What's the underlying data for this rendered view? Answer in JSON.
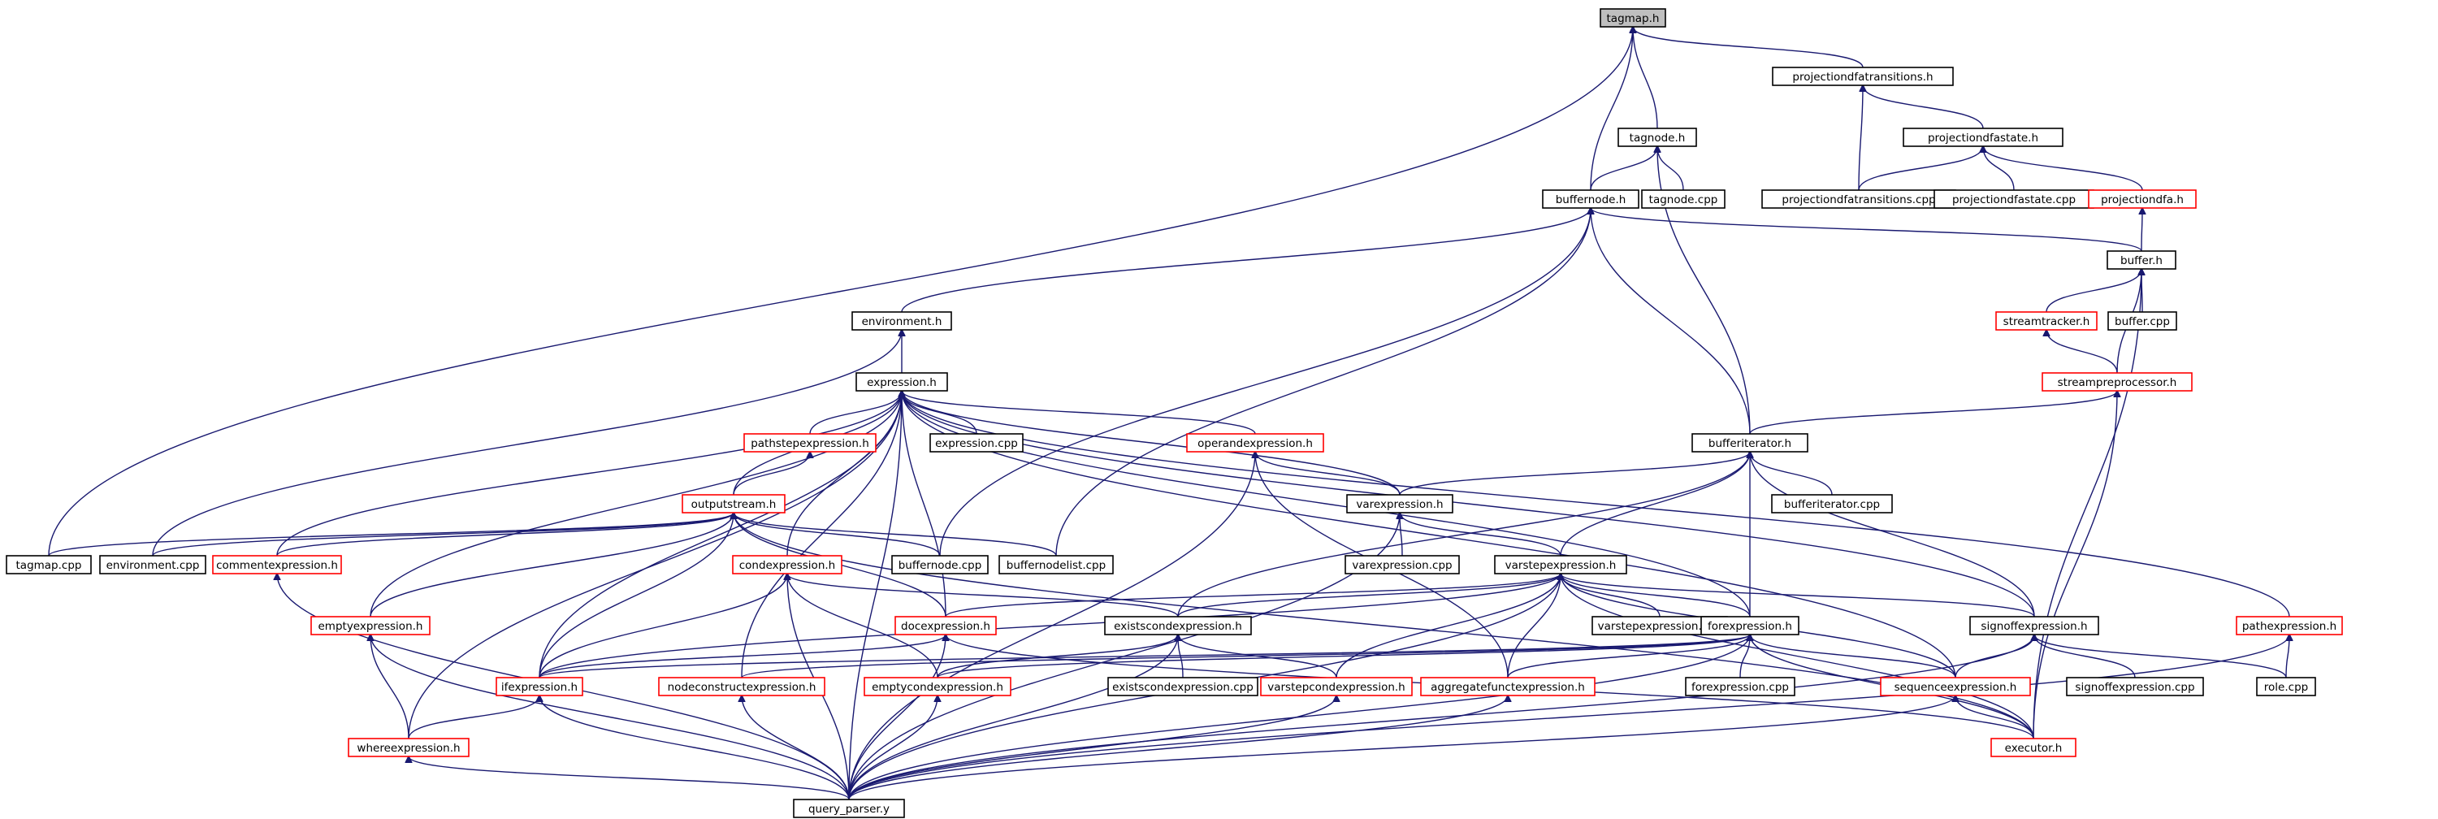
{
  "graph": {
    "type": "include-dependency-graph",
    "colors": {
      "edge": "#191970",
      "root_fill": "#bfbfbf",
      "box_border": "#000000",
      "truncated_border": "#ff0000"
    },
    "nodes": [
      {
        "id": "tagmap_h",
        "label": "tagmap.h",
        "root": true
      },
      {
        "id": "projectiondfatransitions_h",
        "label": "projectiondfatransitions.h"
      },
      {
        "id": "tagnode_h",
        "label": "tagnode.h"
      },
      {
        "id": "projectiondfastate_h",
        "label": "projectiondfastate.h"
      },
      {
        "id": "buffernode_h",
        "label": "buffernode.h"
      },
      {
        "id": "tagnode_cpp",
        "label": "tagnode.cpp"
      },
      {
        "id": "projectiondfatransitions_cpp",
        "label": "projectiondfatransitions.cpp"
      },
      {
        "id": "projectiondfastate_cpp",
        "label": "projectiondfastate.cpp"
      },
      {
        "id": "projectiondfa_h",
        "label": "projectiondfa.h",
        "truncated": true
      },
      {
        "id": "buffer_h",
        "label": "buffer.h"
      },
      {
        "id": "environment_h",
        "label": "environment.h"
      },
      {
        "id": "streamtracker_h",
        "label": "streamtracker.h",
        "truncated": true
      },
      {
        "id": "buffer_cpp",
        "label": "buffer.cpp"
      },
      {
        "id": "expression_h",
        "label": "expression.h"
      },
      {
        "id": "streampreprocessor_h",
        "label": "streampreprocessor.h",
        "truncated": true
      },
      {
        "id": "pathstepexpression_h",
        "label": "pathstepexpression.h",
        "truncated": true
      },
      {
        "id": "expression_cpp",
        "label": "expression.cpp"
      },
      {
        "id": "operandexpression_h",
        "label": "operandexpression.h",
        "truncated": true
      },
      {
        "id": "bufferiterator_h",
        "label": "bufferiterator.h"
      },
      {
        "id": "outputstream_h",
        "label": "outputstream.h",
        "truncated": true
      },
      {
        "id": "varexpression_h",
        "label": "varexpression.h"
      },
      {
        "id": "bufferiterator_cpp",
        "label": "bufferiterator.cpp"
      },
      {
        "id": "tagmap_cpp",
        "label": "tagmap.cpp"
      },
      {
        "id": "environment_cpp",
        "label": "environment.cpp"
      },
      {
        "id": "commentexpression_h",
        "label": "commentexpression.h",
        "truncated": true
      },
      {
        "id": "condexpression_h",
        "label": "condexpression.h",
        "truncated": true
      },
      {
        "id": "buffernode_cpp",
        "label": "buffernode.cpp"
      },
      {
        "id": "buffernodelist_cpp",
        "label": "buffernodelist.cpp"
      },
      {
        "id": "varexpression_cpp",
        "label": "varexpression.cpp"
      },
      {
        "id": "varstepexpression_h",
        "label": "varstepexpression.h"
      },
      {
        "id": "varstepexpression_cpp",
        "label": "varstepexpression.cpp"
      },
      {
        "id": "emptyexpression_h",
        "label": "emptyexpression.h",
        "truncated": true
      },
      {
        "id": "docexpression_h",
        "label": "docexpression.h",
        "truncated": true
      },
      {
        "id": "existscondexpression_h",
        "label": "existscondexpression.h"
      },
      {
        "id": "forexpression_h",
        "label": "forexpression.h"
      },
      {
        "id": "signoffexpression_h",
        "label": "signoffexpression.h"
      },
      {
        "id": "pathexpression_h",
        "label": "pathexpression.h",
        "truncated": true
      },
      {
        "id": "ifexpression_h",
        "label": "ifexpression.h",
        "truncated": true
      },
      {
        "id": "nodeconstructexpression_h",
        "label": "nodeconstructexpression.h",
        "truncated": true
      },
      {
        "id": "emptycondexpression_h",
        "label": "emptycondexpression.h",
        "truncated": true
      },
      {
        "id": "existscondexpression_cpp",
        "label": "existscondexpression.cpp"
      },
      {
        "id": "varstepcondexpression_h",
        "label": "varstepcondexpression.h",
        "truncated": true
      },
      {
        "id": "aggregatefunctexpression_h",
        "label": "aggregatefunctexpression.h",
        "truncated": true
      },
      {
        "id": "forexpression_cpp",
        "label": "forexpression.cpp"
      },
      {
        "id": "sequenceexpression_h",
        "label": "sequenceexpression.h",
        "truncated": true
      },
      {
        "id": "signoffexpression_cpp",
        "label": "signoffexpression.cpp"
      },
      {
        "id": "role_cpp",
        "label": "role.cpp"
      },
      {
        "id": "whereexpression_h",
        "label": "whereexpression.h",
        "truncated": true
      },
      {
        "id": "executor_h",
        "label": "executor.h",
        "truncated": true
      },
      {
        "id": "query_parser_y",
        "label": "query_parser.y"
      }
    ],
    "edges": [
      [
        "tagmap_cpp",
        "tagmap_h"
      ],
      [
        "projectiondfatransitions_h",
        "tagmap_h"
      ],
      [
        "tagnode_h",
        "tagmap_h"
      ],
      [
        "buffernode_h",
        "tagmap_h"
      ],
      [
        "projectiondfatransitions_cpp",
        "projectiondfatransitions_h"
      ],
      [
        "projectiondfastate_h",
        "projectiondfatransitions_h"
      ],
      [
        "projectiondfastate_cpp",
        "projectiondfastate_h"
      ],
      [
        "projectiondfatransitions_cpp",
        "projectiondfastate_h"
      ],
      [
        "projectiondfa_h",
        "projectiondfastate_h"
      ],
      [
        "buffer_h",
        "projectiondfa_h"
      ],
      [
        "buffernode_h",
        "tagnode_h"
      ],
      [
        "tagnode_cpp",
        "tagnode_h"
      ],
      [
        "bufferiterator_h",
        "tagnode_h"
      ],
      [
        "environment_h",
        "buffernode_h"
      ],
      [
        "buffer_h",
        "buffernode_h"
      ],
      [
        "bufferiterator_h",
        "buffernode_h"
      ],
      [
        "buffernode_cpp",
        "buffernode_h"
      ],
      [
        "buffernodelist_cpp",
        "buffernode_h"
      ],
      [
        "streamtracker_h",
        "buffer_h"
      ],
      [
        "buffer_cpp",
        "buffer_h"
      ],
      [
        "streampreprocessor_h",
        "buffer_h"
      ],
      [
        "executor_h",
        "buffer_h"
      ],
      [
        "streampreprocessor_h",
        "streamtracker_h"
      ],
      [
        "bufferiterator_h",
        "streampreprocessor_h"
      ],
      [
        "executor_h",
        "streampreprocessor_h"
      ],
      [
        "expression_h",
        "environment_h"
      ],
      [
        "environment_cpp",
        "environment_h"
      ],
      [
        "pathstepexpression_h",
        "expression_h"
      ],
      [
        "expression_cpp",
        "expression_h"
      ],
      [
        "operandexpression_h",
        "expression_h"
      ],
      [
        "varexpression_h",
        "expression_h"
      ],
      [
        "outputstream_h",
        "expression_h"
      ],
      [
        "commentexpression_h",
        "expression_h"
      ],
      [
        "condexpression_h",
        "expression_h"
      ],
      [
        "docexpression_h",
        "expression_h"
      ],
      [
        "emptyexpression_h",
        "expression_h"
      ],
      [
        "ifexpression_h",
        "expression_h"
      ],
      [
        "nodeconstructexpression_h",
        "expression_h"
      ],
      [
        "whereexpression_h",
        "expression_h"
      ],
      [
        "query_parser_y",
        "expression_h"
      ],
      [
        "forexpression_h",
        "expression_h"
      ],
      [
        "sequenceexpression_h",
        "expression_h"
      ],
      [
        "signoffexpression_h",
        "expression_h"
      ],
      [
        "pathexpression_h",
        "expression_h"
      ],
      [
        "outputstream_h",
        "pathstepexpression_h"
      ],
      [
        "varexpression_h",
        "operandexpression_h"
      ],
      [
        "aggregatefunctexpression_h",
        "operandexpression_h"
      ],
      [
        "query_parser_y",
        "operandexpression_h"
      ],
      [
        "varexpression_h",
        "bufferiterator_h"
      ],
      [
        "varstepexpression_h",
        "bufferiterator_h"
      ],
      [
        "bufferiterator_cpp",
        "bufferiterator_h"
      ],
      [
        "forexpression_h",
        "bufferiterator_h"
      ],
      [
        "existscondexpression_h",
        "bufferiterator_h"
      ],
      [
        "signoffexpression_h",
        "bufferiterator_h"
      ],
      [
        "tagmap_cpp",
        "outputstream_h"
      ],
      [
        "environment_cpp",
        "outputstream_h"
      ],
      [
        "commentexpression_h",
        "outputstream_h"
      ],
      [
        "buffernode_cpp",
        "outputstream_h"
      ],
      [
        "buffernodelist_cpp",
        "outputstream_h"
      ],
      [
        "emptyexpression_h",
        "outputstream_h"
      ],
      [
        "docexpression_h",
        "outputstream_h"
      ],
      [
        "ifexpression_h",
        "outputstream_h"
      ],
      [
        "executor_h",
        "outputstream_h"
      ],
      [
        "varexpression_cpp",
        "varexpression_h"
      ],
      [
        "varstepexpression_h",
        "varexpression_h"
      ],
      [
        "query_parser_y",
        "varexpression_h"
      ],
      [
        "varstepexpression_cpp",
        "varstepexpression_h"
      ],
      [
        "forexpression_h",
        "varstepexpression_h"
      ],
      [
        "existscondexpression_h",
        "varstepexpression_h"
      ],
      [
        "signoffexpression_h",
        "varstepexpression_h"
      ],
      [
        "docexpression_h",
        "varstepexpression_h"
      ],
      [
        "ifexpression_h",
        "varstepexpression_h"
      ],
      [
        "varstepcondexpression_h",
        "varstepexpression_h"
      ],
      [
        "aggregatefunctexpression_h",
        "varstepexpression_h"
      ],
      [
        "sequenceexpression_h",
        "varstepexpression_h"
      ],
      [
        "executor_h",
        "varstepexpression_h"
      ],
      [
        "query_parser_y",
        "varstepexpression_h"
      ],
      [
        "existscondexpression_h",
        "condexpression_h"
      ],
      [
        "emptycondexpression_h",
        "condexpression_h"
      ],
      [
        "ifexpression_h",
        "condexpression_h"
      ],
      [
        "query_parser_y",
        "condexpression_h"
      ],
      [
        "ifexpression_h",
        "docexpression_h"
      ],
      [
        "query_parser_y",
        "docexpression_h"
      ],
      [
        "executor_h",
        "docexpression_h"
      ],
      [
        "whereexpression_h",
        "emptyexpression_h"
      ],
      [
        "query_parser_y",
        "emptyexpression_h"
      ],
      [
        "emptycondexpression_h",
        "existscondexpression_h"
      ],
      [
        "existscondexpression_cpp",
        "existscondexpression_h"
      ],
      [
        "varstepcondexpression_h",
        "existscondexpression_h"
      ],
      [
        "query_parser_y",
        "existscondexpression_h"
      ],
      [
        "ifexpression_h",
        "forexpression_h"
      ],
      [
        "nodeconstructexpression_h",
        "forexpression_h"
      ],
      [
        "emptycondexpression_h",
        "forexpression_h"
      ],
      [
        "aggregatefunctexpression_h",
        "forexpression_h"
      ],
      [
        "forexpression_cpp",
        "forexpression_h"
      ],
      [
        "sequenceexpression_h",
        "forexpression_h"
      ],
      [
        "executor_h",
        "forexpression_h"
      ],
      [
        "query_parser_y",
        "forexpression_h"
      ],
      [
        "sequenceexpression_h",
        "signoffexpression_h"
      ],
      [
        "signoffexpression_cpp",
        "signoffexpression_h"
      ],
      [
        "role_cpp",
        "signoffexpression_h"
      ],
      [
        "query_parser_y",
        "signoffexpression_h"
      ],
      [
        "role_cpp",
        "pathexpression_h"
      ],
      [
        "query_parser_y",
        "pathexpression_h"
      ],
      [
        "whereexpression_h",
        "ifexpression_h"
      ],
      [
        "query_parser_y",
        "ifexpression_h"
      ],
      [
        "query_parser_y",
        "nodeconstructexpression_h"
      ],
      [
        "query_parser_y",
        "emptycondexpression_h"
      ],
      [
        "query_parser_y",
        "varstepcondexpression_h"
      ],
      [
        "query_parser_y",
        "aggregatefunctexpression_h"
      ],
      [
        "executor_h",
        "sequenceexpression_h"
      ],
      [
        "query_parser_y",
        "sequenceexpression_h"
      ],
      [
        "query_parser_y",
        "whereexpression_h"
      ],
      [
        "query_parser_y",
        "commentexpression_h"
      ]
    ]
  }
}
